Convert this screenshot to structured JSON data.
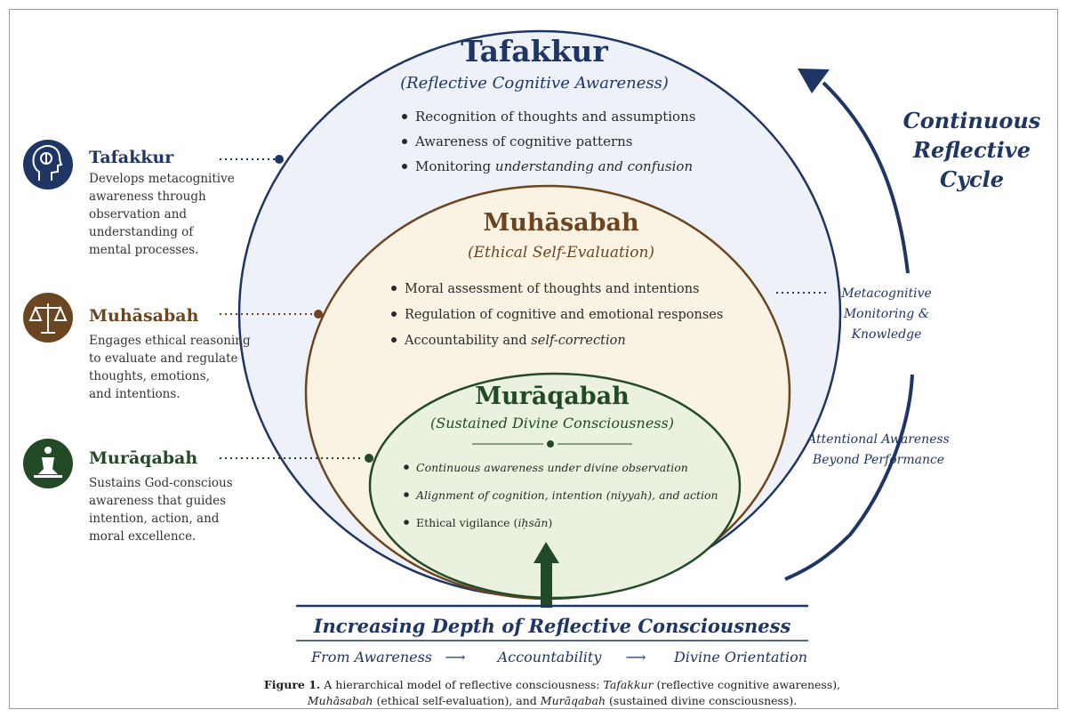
{
  "tafakkur": {
    "title": "Tafakkur",
    "subtitle": "(Reflective Cognitive Awareness)",
    "bullets": [
      {
        "a": "Recognition of thoughts and assumptions",
        "b": ""
      },
      {
        "a": "Awareness of cognitive patterns",
        "b": ""
      },
      {
        "a": "Monitoring ",
        "b": "understanding and confusion"
      }
    ]
  },
  "muhasabah": {
    "title": "Muhāsabah",
    "subtitle": "(Ethical Self-Evaluation)",
    "bullets": [
      {
        "a": "Moral assessment of thoughts and intentions",
        "b": ""
      },
      {
        "a": "Regulation of cognitive and emotional responses",
        "b": ""
      },
      {
        "a": "Accountability and ",
        "b": "self-correction"
      }
    ]
  },
  "muraqabah": {
    "title": "Murāqabah",
    "subtitle": "(Sustained Divine Consciousness)",
    "bullets": [
      {
        "a": "Continuous awareness under divine observation",
        "b": "",
        "c": ""
      },
      {
        "a": "Alignment of cognition, intention (niyyah), and action",
        "b": "",
        "c": ""
      },
      {
        "a": "Ethical vigilance (",
        "b": "iḥsān",
        "c": ")"
      }
    ]
  },
  "side": [
    {
      "icon": "head-brain-icon",
      "color": "#1f3564",
      "title": "Tafakkur",
      "desc": [
        "Develops metacognitive",
        "awareness through",
        "observation and",
        "understanding of",
        "mental processes."
      ]
    },
    {
      "icon": "scales-icon",
      "color": "#6b4520",
      "title": "Muhāsabah",
      "desc": [
        "Engages ethical reasoning",
        "to evaluate and regulate",
        "thoughts, emotions,",
        "and intentions."
      ]
    },
    {
      "icon": "prayer-icon",
      "color": "#234a27",
      "title": "Murāqabah",
      "desc": [
        "Sustains God-conscious",
        "awareness that guides",
        "intention, action, and",
        "moral excellence."
      ]
    }
  ],
  "right": {
    "cycle": [
      "Continuous",
      "Reflective",
      "Cycle"
    ],
    "meta": [
      "Metacognitive",
      "Monitoring &",
      "Knowledge"
    ],
    "attn": [
      "Attentional Awareness",
      "Beyond Performance"
    ]
  },
  "bottom": {
    "depth": "Increasing Depth of Reflective Consciousness",
    "flow": [
      "From Awareness",
      "Accountability",
      "Divine Orientation"
    ],
    "arrow": "⟶"
  },
  "caption": {
    "label": "Figure 1.",
    "line1": [
      {
        "t": "A hierarchical model of reflective consciousness: ",
        "i": false
      },
      {
        "t": "Tafakkur",
        "i": true
      },
      {
        "t": " (reflective cognitive awareness),",
        "i": false
      }
    ],
    "line2": [
      {
        "t": "Muhāsabah",
        "i": true
      },
      {
        "t": " (ethical self-evaluation), and ",
        "i": false
      },
      {
        "t": "Murāqabah",
        "i": true
      },
      {
        "t": " (sustained divine consciousness).",
        "i": false
      }
    ]
  },
  "colors": {
    "blue": "#1f3564",
    "brown": "#6b4520",
    "green": "#234a27",
    "outer_fill": "#eef2f8",
    "middle_fill": "#faf3e3",
    "inner_fill": "#eaf2df"
  }
}
